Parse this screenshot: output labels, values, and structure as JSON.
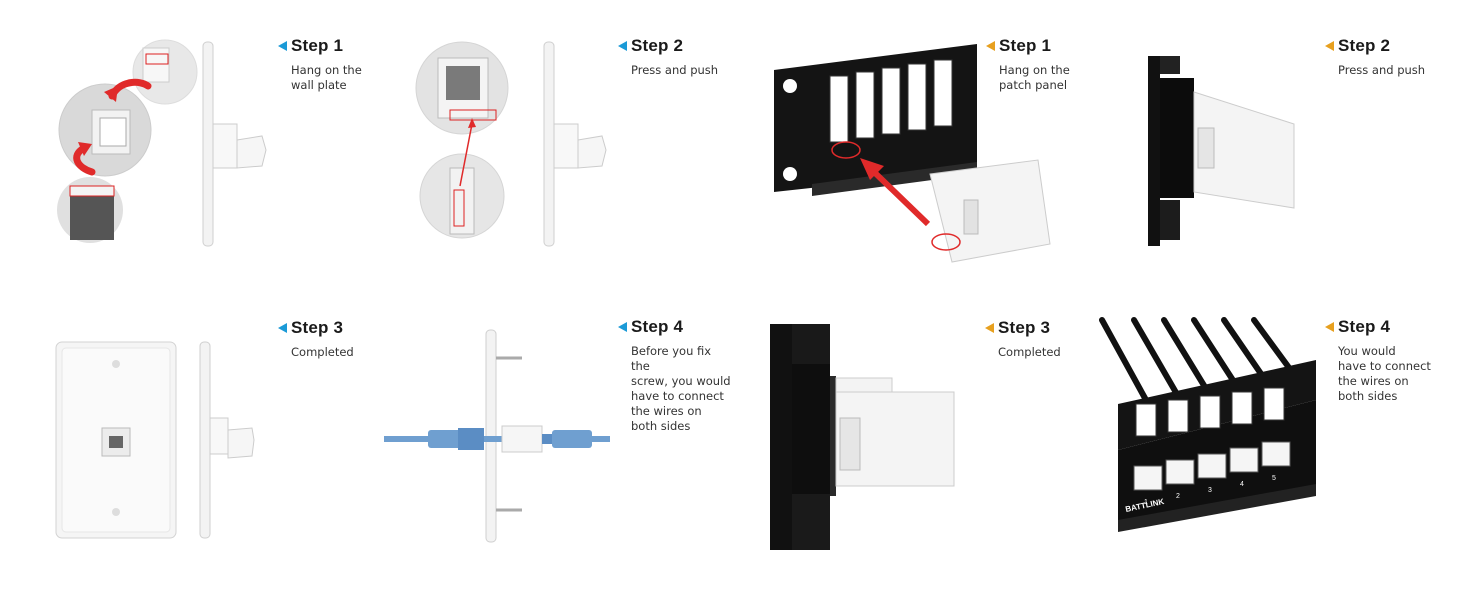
{
  "colors": {
    "blue_marker": "#1b9ad7",
    "orange_marker": "#e7a01f",
    "arrow_red": "#e02a2a",
    "cable_blue": "#6f9fd0"
  },
  "wall_plate": {
    "step1": {
      "title": "Step 1",
      "desc": "Hang on the\nwall plate"
    },
    "step2": {
      "title": "Step 2",
      "desc": "Press and push"
    },
    "step3": {
      "title": "Step 3",
      "desc": "Completed"
    },
    "step4": {
      "title": "Step 4",
      "desc": "Before you fix the\nscrew, you would\nhave to connect\nthe wires on\nboth  sides"
    }
  },
  "patch_panel": {
    "step1": {
      "title": "Step 1",
      "desc": "Hang on the\npatch panel"
    },
    "step2": {
      "title": "Step 2",
      "desc": "Press and push"
    },
    "step3": {
      "title": "Step 3",
      "desc": "Completed"
    },
    "step4": {
      "title": "Step 4",
      "desc": "You would\nhave to connect\nthe wires on\nboth  sides"
    }
  },
  "panel_brand": "BATTLINK",
  "port_numbers": [
    "1",
    "2",
    "3",
    "4",
    "5"
  ]
}
